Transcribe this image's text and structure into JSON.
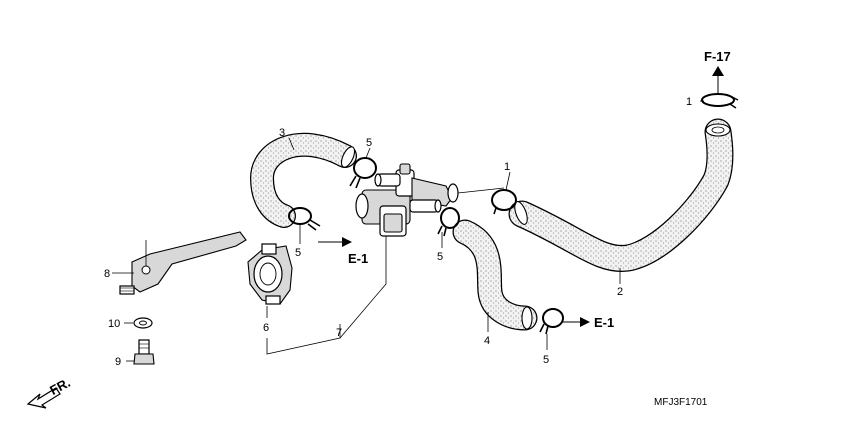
{
  "diagram": {
    "code": "MFJ3F1701",
    "direction_label": "FR.",
    "refs": {
      "f17": "F-17",
      "e1_left": "E-1",
      "e1_right": "E-1"
    },
    "callouts": {
      "n1_top": "1",
      "n1_mid": "1",
      "n2": "2",
      "n3": "3",
      "n4": "4",
      "n5_a": "5",
      "n5_b": "5",
      "n5_c": "5",
      "n5_d": "5",
      "n6": "6",
      "n7": "7",
      "n8": "8",
      "n9": "9",
      "n10": "10"
    },
    "colors": {
      "ink": "#000000",
      "background": "#ffffff",
      "hose_fill": "#f4f4f4"
    }
  }
}
